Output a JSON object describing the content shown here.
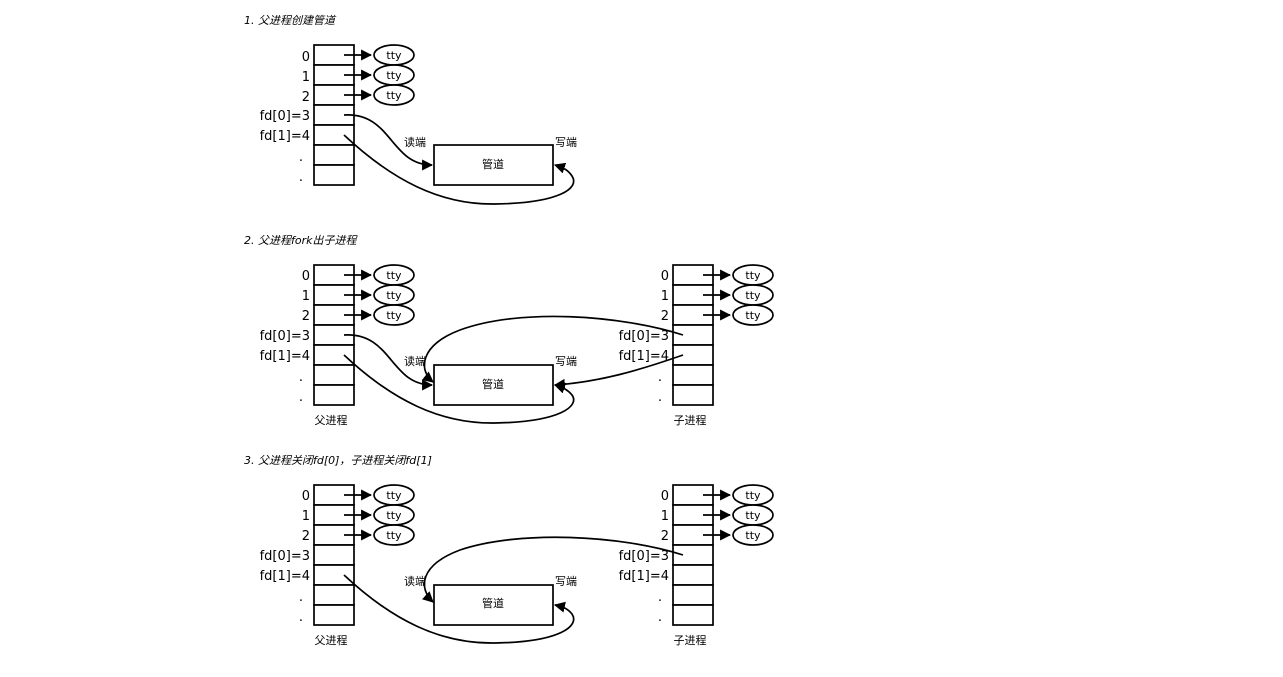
{
  "stages": [
    {
      "caption": "1. 父进程创建管道",
      "tables": [
        {
          "labels": [
            "0",
            "1",
            "2",
            "fd[0]=3",
            "fd[1]=4",
            ".",
            "."
          ],
          "tty": [
            "tty",
            "tty",
            "tty"
          ],
          "owner": ""
        }
      ],
      "pipe": {
        "label": "管道",
        "read_end": "读端",
        "write_end": "写端"
      }
    },
    {
      "caption": "2. 父进程fork出子进程",
      "tables": [
        {
          "labels": [
            "0",
            "1",
            "2",
            "fd[0]=3",
            "fd[1]=4",
            ".",
            "."
          ],
          "tty": [
            "tty",
            "tty",
            "tty"
          ],
          "owner": "父进程"
        },
        {
          "labels": [
            "0",
            "1",
            "2",
            "fd[0]=3",
            "fd[1]=4",
            ".",
            "."
          ],
          "tty": [
            "tty",
            "tty",
            "tty"
          ],
          "owner": "子进程"
        }
      ],
      "pipe": {
        "label": "管道",
        "read_end": "读端",
        "write_end": "写端"
      }
    },
    {
      "caption": "3. 父进程关闭fd[0]，子进程关闭fd[1]",
      "tables": [
        {
          "labels": [
            "0",
            "1",
            "2",
            "fd[0]=3",
            "fd[1]=4",
            ".",
            "."
          ],
          "tty": [
            "tty",
            "tty",
            "tty"
          ],
          "owner": "父进程"
        },
        {
          "labels": [
            "0",
            "1",
            "2",
            "fd[0]=3",
            "fd[1]=4",
            ".",
            "."
          ],
          "tty": [
            "tty",
            "tty",
            "tty"
          ],
          "owner": "子进程"
        }
      ],
      "pipe": {
        "label": "管道",
        "read_end": "读端",
        "write_end": "写端"
      }
    }
  ]
}
